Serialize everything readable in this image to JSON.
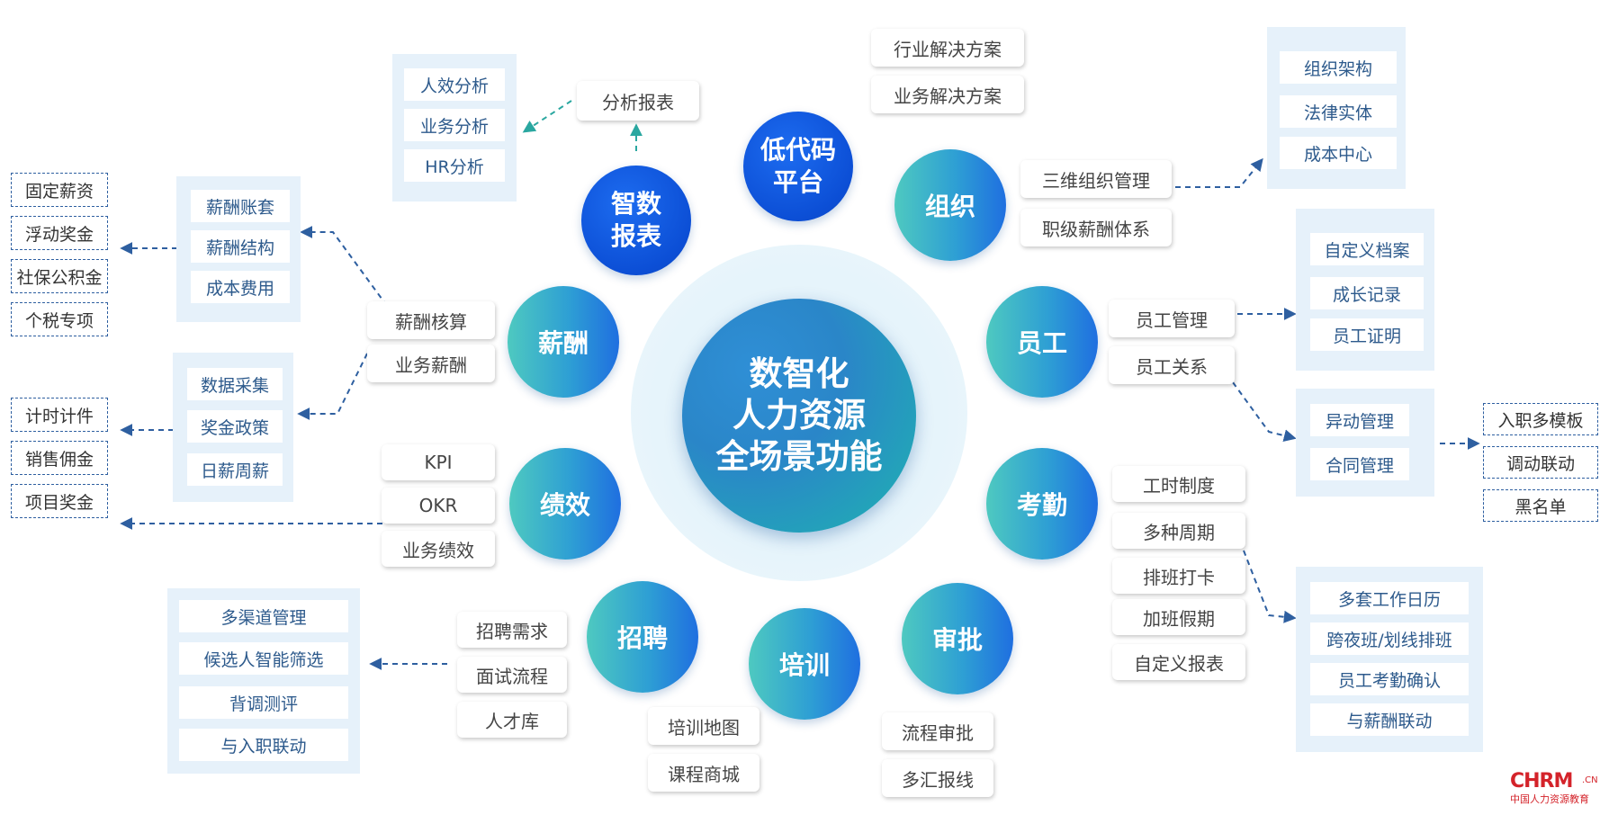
{
  "center": {
    "lines": [
      "数智化",
      "人力资源",
      "全场景功能"
    ]
  },
  "nodes": {
    "zhishu": [
      "智数",
      "报表"
    ],
    "lowcode": [
      "低代码",
      "平台"
    ],
    "zuzhi": "组织",
    "yuangong": "员工",
    "kaoqin": "考勤",
    "shenpi": "审批",
    "peixun": "培训",
    "zhaopin": "招聘",
    "jixiao": "绩效",
    "xinchou": "薪酬"
  },
  "zhishu": {
    "pill": "分析报表",
    "panel": [
      "人效分析",
      "业务分析",
      "HR分析"
    ]
  },
  "lowcode": {
    "pills": [
      "行业解决方案",
      "业务解决方案"
    ]
  },
  "zuzhi": {
    "pills": [
      "三维组织管理",
      "职级薪酬体系"
    ],
    "panel": [
      "组织架构",
      "法律实体",
      "成本中心"
    ]
  },
  "yuangong": {
    "pills": [
      "员工管理",
      "员工关系"
    ],
    "panel1": [
      "自定义档案",
      "成长记录",
      "员工证明"
    ],
    "panel2": [
      "异动管理",
      "合同管理"
    ],
    "dashed": [
      "入职多模板",
      "调动联动",
      "黑名单"
    ]
  },
  "kaoqin": {
    "pills": [
      "工时制度",
      "多种周期",
      "排班打卡",
      "加班假期",
      "自定义报表"
    ],
    "panel": [
      "多套工作日历",
      "跨夜班/划线排班",
      "员工考勤确认",
      "与薪酬联动"
    ]
  },
  "shenpi": {
    "pills": [
      "流程审批",
      "多汇报线"
    ]
  },
  "peixun": {
    "pills": [
      "培训地图",
      "课程商城"
    ]
  },
  "zhaopin": {
    "pills": [
      "招聘需求",
      "面试流程",
      "人才库"
    ],
    "panel": [
      "多渠道管理",
      "候选人智能筛选",
      "背调测评",
      "与入职联动"
    ]
  },
  "jixiao": {
    "pills": [
      "KPI",
      "OKR",
      "业务绩效"
    ],
    "dashed": [
      "项目奖金"
    ]
  },
  "xinchou": {
    "pills": [
      "薪酬核算",
      "业务薪酬"
    ],
    "panel1": [
      "薪酬账套",
      "薪酬结构",
      "成本费用"
    ],
    "panel2": [
      "数据采集",
      "奖金政策",
      "日薪周薪"
    ],
    "dashed1": [
      "固定薪资",
      "浮动奖金",
      "社保公积金",
      "个税专项"
    ],
    "dashed2": [
      "计时计件",
      "销售佣金"
    ]
  },
  "logo": {
    "main": "CHRM",
    "cn": ".CN",
    "sub": "中国人力资源教育"
  },
  "colors": {
    "line": "#2e5fa0",
    "accent": "#0c4fd6",
    "teal": "#4ec9c0"
  }
}
